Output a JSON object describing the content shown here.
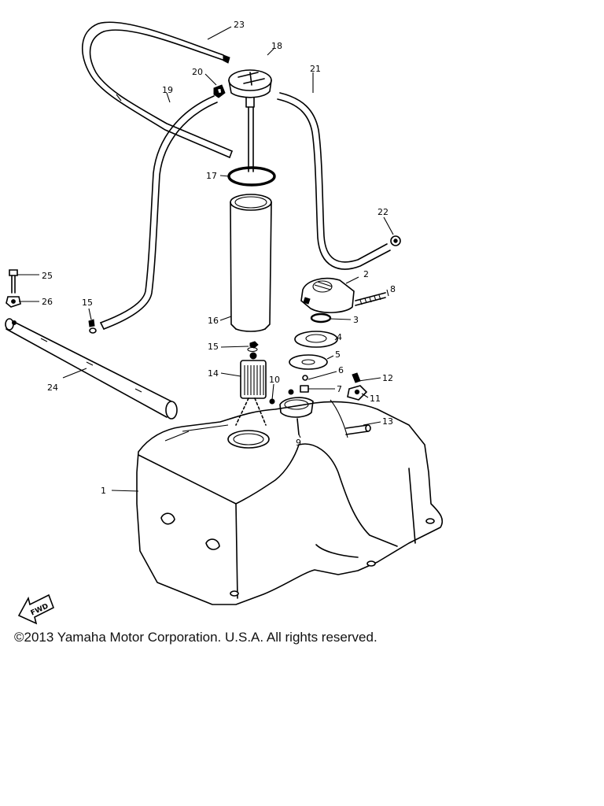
{
  "callouts": {
    "c1": "1",
    "c2": "2",
    "c3": "3",
    "c4": "4",
    "c5": "5",
    "c6": "6",
    "c7": "7",
    "c8": "8",
    "c9": "9",
    "c10": "10",
    "c11": "11",
    "c12": "12",
    "c13": "13",
    "c14": "14",
    "c15a": "15",
    "c15b": "15",
    "c16": "16",
    "c17": "17",
    "c18": "18",
    "c19": "19",
    "c20": "20",
    "c21": "21",
    "c22": "22",
    "c23": "23",
    "c24": "24",
    "c25": "25",
    "c26": "26"
  },
  "fwd_label": "FWD",
  "copyright": "©2013 Yamaha Motor Corporation. U.S.A. All rights reserved."
}
